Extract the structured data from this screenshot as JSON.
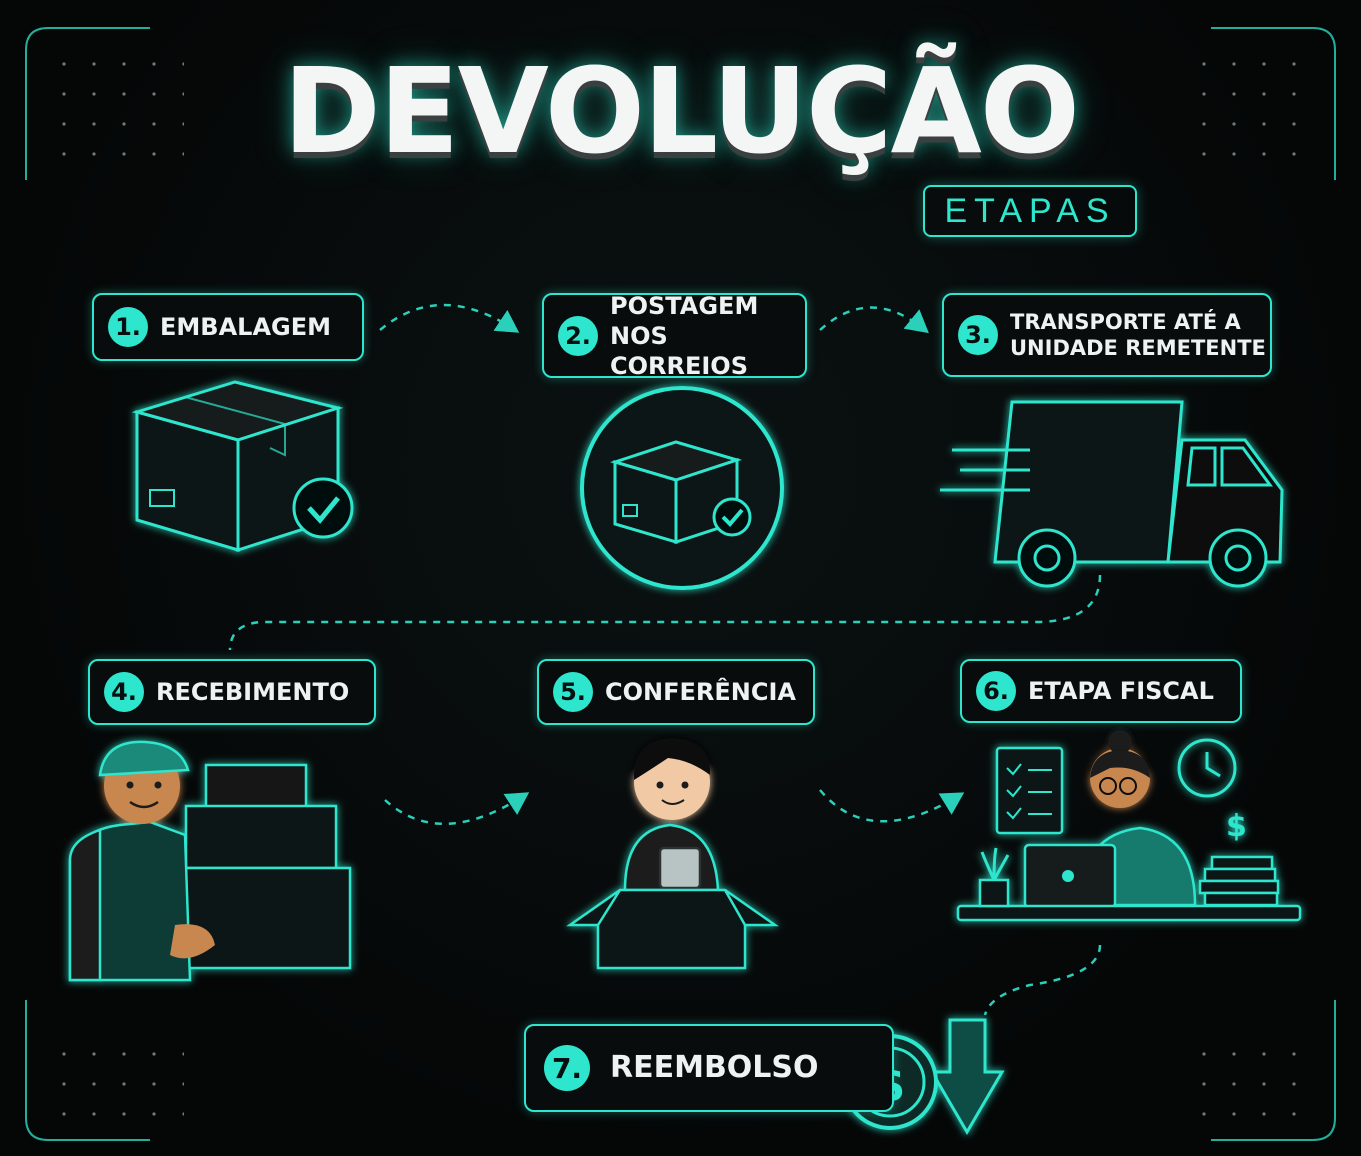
{
  "title": "DEVOLUÇÃO",
  "subtitle": "ETAPAS",
  "steps": [
    {
      "num": "1.",
      "lines": [
        "EMBALAGEM"
      ]
    },
    {
      "num": "2.",
      "lines": [
        "POSTAGEM",
        "NOS CORREIOS"
      ]
    },
    {
      "num": "3.",
      "lines": [
        "TRANSPORTE ATÉ A",
        "UNIDADE REMETENTE"
      ]
    },
    {
      "num": "4.",
      "lines": [
        "RECEBIMENTO"
      ]
    },
    {
      "num": "5.",
      "lines": [
        "CONFERÊNCIA"
      ]
    },
    {
      "num": "6.",
      "lines": [
        "ETAPA FISCAL"
      ]
    },
    {
      "num": "7.",
      "lines": [
        "REEMBOLSO"
      ]
    }
  ],
  "colors": {
    "accent": "#2ee6cd",
    "background": "#050707",
    "text": "#f4f6f6"
  },
  "icons": [
    "box-check-icon",
    "box-circle-icon",
    "delivery-truck-icon",
    "worker-boxes-icon",
    "inspection-person-icon",
    "fiscal-desk-icon",
    "refund-coin-icon"
  ]
}
